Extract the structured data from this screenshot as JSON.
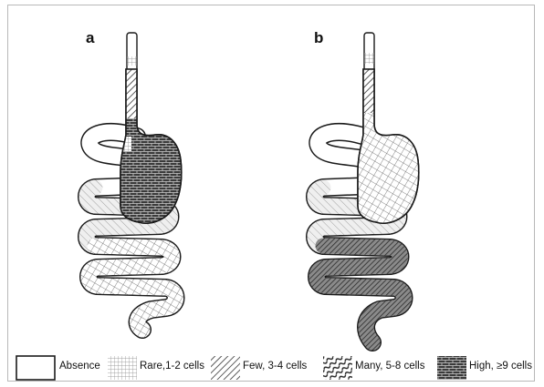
{
  "panels": {
    "a": {
      "label": "a"
    },
    "b": {
      "label": "b"
    }
  },
  "legend": {
    "items": [
      {
        "key": "absence",
        "label": "Absence",
        "pattern": "none"
      },
      {
        "key": "rare",
        "label": "Rare,1-2 cells",
        "pattern": "grid"
      },
      {
        "key": "few",
        "label": "Few, 3-4 cells",
        "pattern": "diagonal"
      },
      {
        "key": "many",
        "label": "Many, 5-8 cells",
        "pattern": "wave"
      },
      {
        "key": "high",
        "label": "High, ≥9 cells",
        "pattern": "brick-dark"
      }
    ]
  },
  "colors": {
    "outline": "#1a1a1a",
    "background": "#ffffff",
    "frame": "#b8b8b8"
  }
}
